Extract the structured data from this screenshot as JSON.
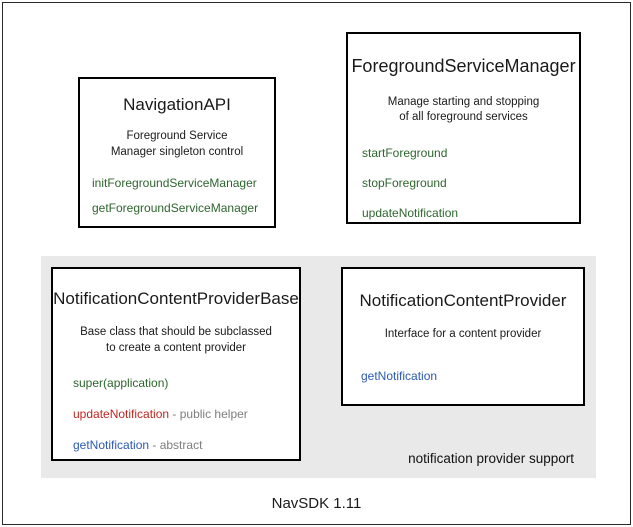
{
  "diagram": {
    "footer_caption": "NavSDK 1.11",
    "group_label": "notification provider support",
    "boxes": [
      {
        "id": "navigation-api",
        "title": "NavigationAPI",
        "desc_line1": "Foreground Service",
        "desc_line2": "Manager singleton control",
        "methods": [
          {
            "name": "initForegroundServiceManager",
            "note": "",
            "color": "#2d662d"
          },
          {
            "name": "getForegroundServiceManager",
            "note": "",
            "color": "#2d662d"
          }
        ]
      },
      {
        "id": "foreground-service-manager",
        "title": "ForegroundServiceManager",
        "desc_line1": "Manage starting and stopping",
        "desc_line2": "of all foreground services",
        "methods": [
          {
            "name": "startForeground",
            "note": "",
            "color": "#2d662d"
          },
          {
            "name": "stopForeground",
            "note": "",
            "color": "#2d662d"
          },
          {
            "name": "updateNotification",
            "note": "",
            "color": "#2d662d"
          }
        ]
      },
      {
        "id": "notification-content-provider-base",
        "title": "NotificationContentProviderBase",
        "desc_line1": "Base class that should be subclassed",
        "desc_line2": "to create a content provider",
        "methods": [
          {
            "name": "super(application)",
            "note": "",
            "color": "#2d662d"
          },
          {
            "name": "updateNotification",
            "note": " - public helper",
            "color": "#c0261f"
          },
          {
            "name": "getNotification",
            "note": " - abstract",
            "color": "#2b59b5"
          }
        ]
      },
      {
        "id": "notification-content-provider",
        "title": "NotificationContentProvider",
        "desc_line1": "Interface for a content provider",
        "desc_line2": "",
        "methods": [
          {
            "name": "getNotification",
            "note": "",
            "color": "#2b59b5"
          }
        ]
      }
    ]
  }
}
